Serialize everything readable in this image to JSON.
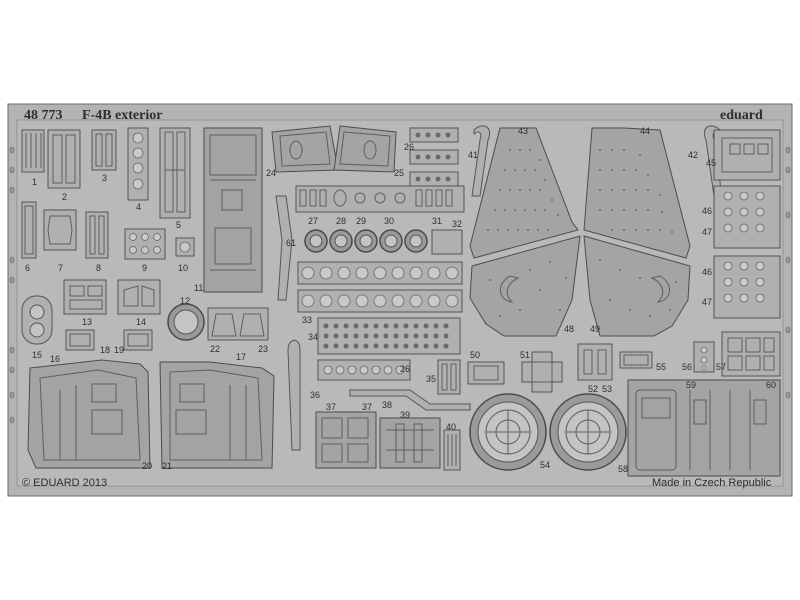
{
  "header": {
    "catalog_number": "48 773",
    "title": "F-4B exterior",
    "brand": "eduard"
  },
  "footer": {
    "copyright": "© EDUARD 2013",
    "origin": "Made in Czech Republic"
  },
  "part_numbers": [
    "1",
    "2",
    "3",
    "4",
    "5",
    "6",
    "7",
    "8",
    "9",
    "10",
    "11",
    "12",
    "13",
    "14",
    "15",
    "16",
    "17",
    "18",
    "19",
    "20",
    "21",
    "22",
    "23",
    "24",
    "25",
    "26",
    "27",
    "28",
    "29",
    "30",
    "31",
    "32",
    "33",
    "34",
    "35",
    "36",
    "37",
    "38",
    "39",
    "40",
    "41",
    "42",
    "43",
    "44",
    "45",
    "46",
    "47",
    "48",
    "49",
    "50",
    "51",
    "52",
    "53",
    "54",
    "55",
    "56",
    "57",
    "58",
    "59",
    "60",
    "61"
  ],
  "colors": {
    "fret": "#b0b0b0",
    "background": "#ffffff",
    "ink": "#2e2e2e"
  }
}
